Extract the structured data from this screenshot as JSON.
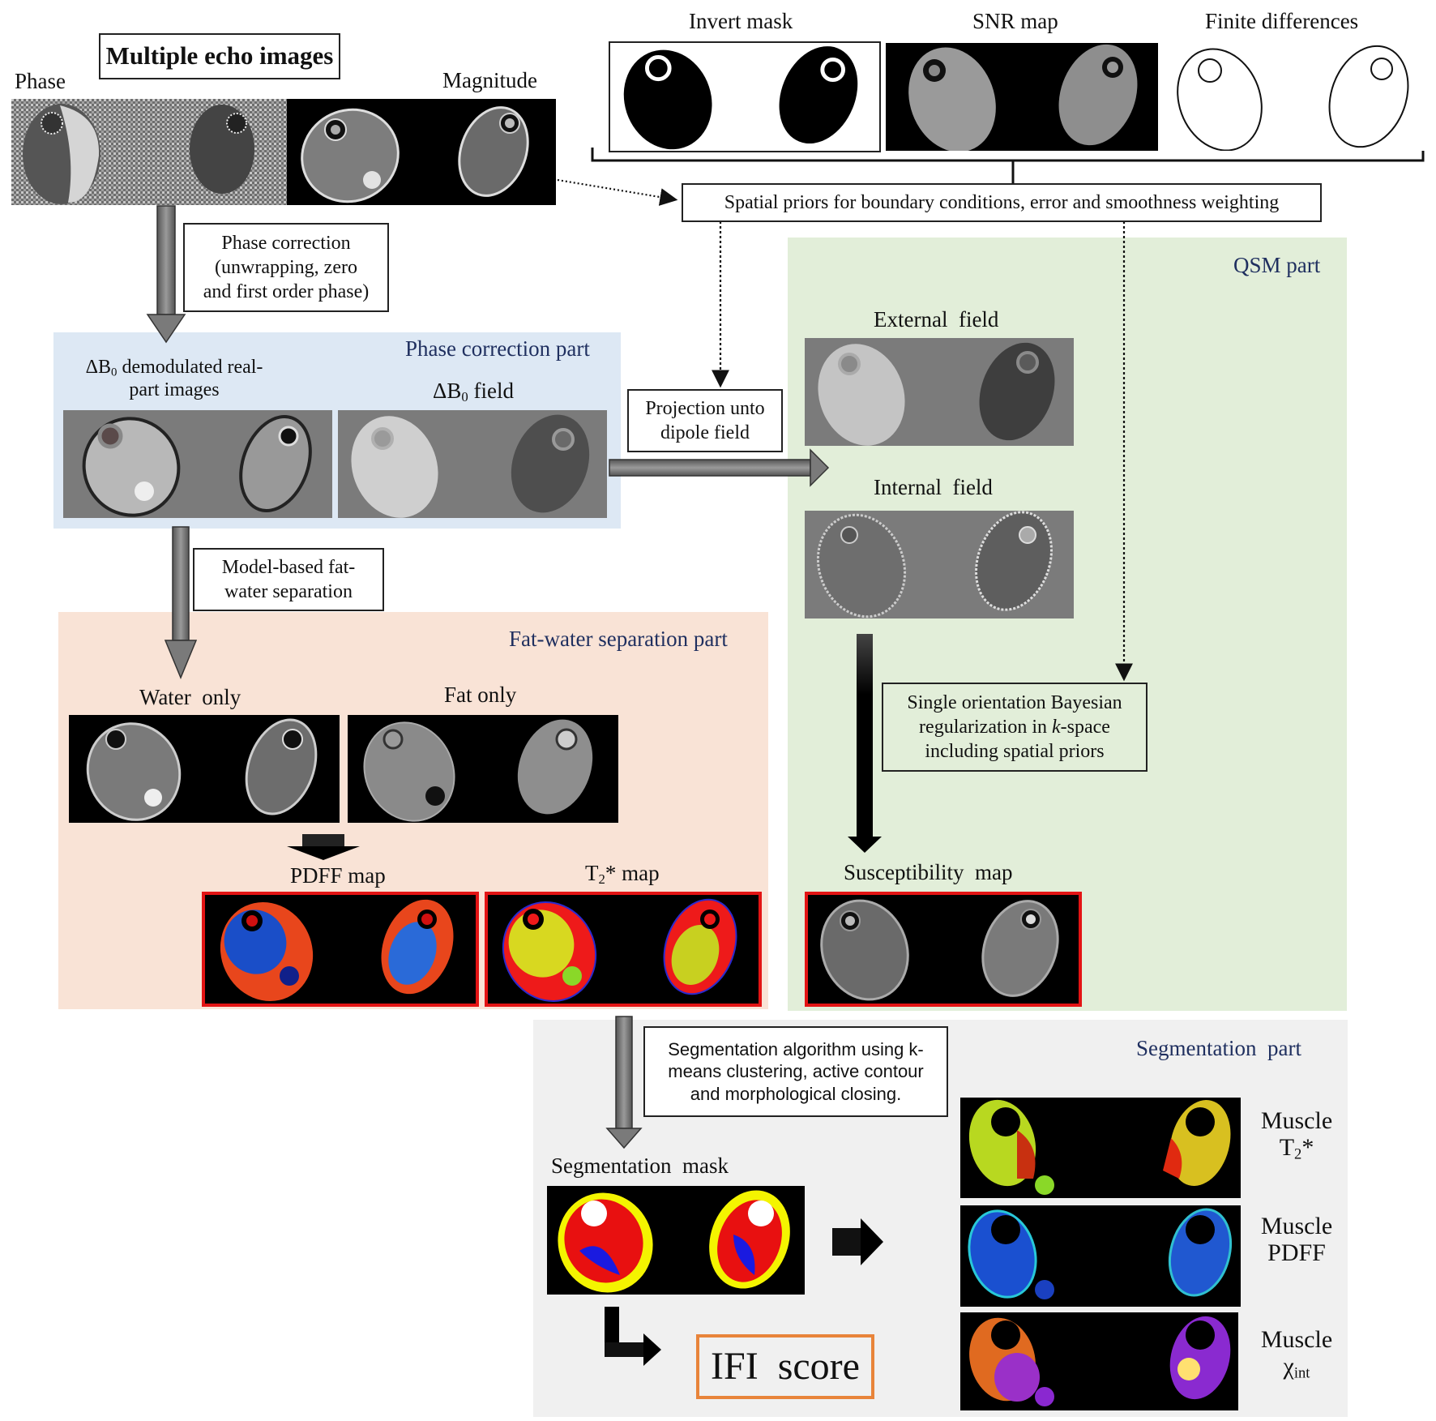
{
  "title": "Multiple echo images",
  "inputs": {
    "phase_label": "Phase",
    "magnitude_label": "Magnitude"
  },
  "priors": {
    "invert_mask_label": "Invert mask",
    "snr_map_label": "SNR map",
    "finite_differences_label": "Finite differences",
    "spatial_priors_box": "Spatial priors for boundary conditions, error and smoothness weighting"
  },
  "steps": {
    "phase_correction_line1": "Phase correction",
    "phase_correction_line2": "(unwrapping, zero",
    "phase_correction_line3": "and first order phase)",
    "projection_line1": "Projection unto",
    "projection_line2": "dipole field",
    "fat_water_line1": "Model-based fat-",
    "fat_water_line2": "water separation",
    "bayesian_line1": "Single orientation Bayesian",
    "bayesian_line2_pre": "regularization in ",
    "bayesian_line2_k": "k",
    "bayesian_line2_post": "-space",
    "bayesian_line3": "including spatial priors",
    "segmentation_line1": "Segmentation algorithm using k-",
    "segmentation_line2": "means clustering, active contour",
    "segmentation_line3": "and morphological closing."
  },
  "phase_part": {
    "title": "Phase correction part",
    "demod_prefix": "ΔB",
    "demod_sub": "0",
    "demod_line1_rest": " demodulated real-",
    "demod_line2": "part images",
    "field_prefix": "ΔB",
    "field_sub": "0",
    "field_rest": " field"
  },
  "qsm_part": {
    "title": "QSM part",
    "external_field": "External  field",
    "internal_field": "Internal  field",
    "susceptibility_map": "Susceptibility  map"
  },
  "fat_water_part": {
    "title": "Fat-water separation part",
    "water_only": "Water  only",
    "fat_only": "Fat only",
    "pdff_map": "PDFF map",
    "t2_prefix": "T",
    "t2_sub": "2",
    "t2_rest": "* map"
  },
  "segmentation_part": {
    "title": "Segmentation  part",
    "mask_label": "Segmentation  mask",
    "ifi_score": "IFI  score",
    "muscle_t2_line1": "Muscle",
    "muscle_t2_T": "T",
    "muscle_t2_sub": "2",
    "muscle_t2_star": "*",
    "muscle_pdff_line1": "Muscle",
    "muscle_pdff_line2": "PDFF",
    "muscle_chi_line1": "Muscle",
    "muscle_chi_symbol": "χ",
    "muscle_chi_sub": "int"
  },
  "colors": {
    "phase_bg": "#dde8f4",
    "qsm_bg": "#e2eed9",
    "fat_water_bg": "#f9e3d6",
    "segmentation_bg": "#f0f0f0",
    "part_title": "#1f2f5f",
    "result_frame": "#e31414",
    "ifi_frame": "#e8843a"
  }
}
